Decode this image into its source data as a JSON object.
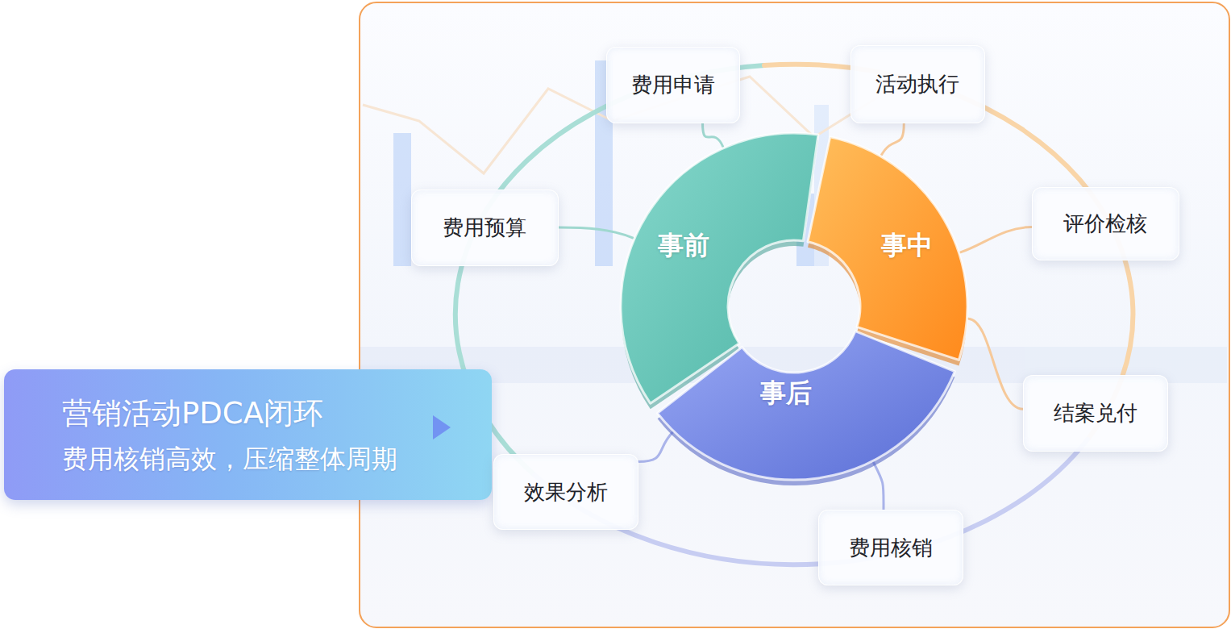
{
  "diagram": {
    "nodes": [
      {
        "text": [
          "费用申请"
        ]
      },
      {
        "text": [
          "活动执行"
        ]
      },
      {
        "text": [
          "费用预算"
        ]
      },
      {
        "text": [
          "事前"
        ]
      },
      {
        "text": [
          "事中"
        ]
      },
      {
        "text": [
          "评价检核"
        ]
      },
      {
        "text": [
          "事后"
        ]
      },
      {
        "text": [
          "营销活动PDCA闭环",
          "费用核销高效，压缩整体周期"
        ]
      },
      {
        "text": [
          "结案兑付"
        ]
      },
      {
        "text": [
          "效果分析"
        ]
      },
      {
        "text": [
          "费用核销"
        ]
      }
    ],
    "edges": [
      {
        "from": 0,
        "to": 3,
        "arrow": "none"
      },
      {
        "from": 2,
        "to": 3,
        "arrow": "none"
      },
      {
        "from": 1,
        "to": 4,
        "arrow": "none"
      },
      {
        "from": 5,
        "to": 4,
        "arrow": "none"
      },
      {
        "from": 8,
        "to": 4,
        "arrow": "none"
      },
      {
        "from": 10,
        "to": 6,
        "arrow": "none"
      },
      {
        "from": 9,
        "to": 6,
        "arrow": "none"
      }
    ]
  }
}
